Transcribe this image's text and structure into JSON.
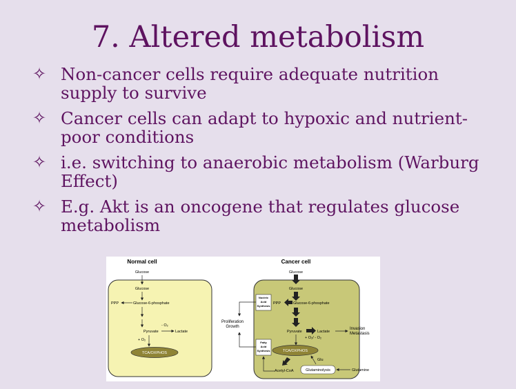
{
  "slide": {
    "title": "7. Altered metabolism",
    "bullet_marker": "✧",
    "bullets": [
      "Non-cancer cells require adequate nutrition supply to survive",
      "Cancer cells can adapt to hypoxic and nutrient-poor conditions",
      "i.e. switching to anaerobic metabolism (Warburg Effect)",
      "E.g. Akt is an oncogene that regulates glucose metabolism"
    ]
  },
  "figure": {
    "normal": {
      "heading": "Normal cell",
      "glucose_outside": "Glucose",
      "glucose_inside": "Glucose",
      "ppp": "PPP",
      "g6p": "Glucose-6-phosphate",
      "pyruvate": "Pyruvate",
      "lactate": "Lactate",
      "minus_o2": "- O₂",
      "plus_o2": "+ O₂",
      "tca": "TCA/OXPHOS"
    },
    "cancer": {
      "heading": "Cancer cell",
      "glucose_outside": "Glucose",
      "glucose_inside": "Glucose",
      "nucleic_1": "Nucleic",
      "nucleic_2": "Acid",
      "nucleic_3": "Synthesis",
      "ppp": "PPP",
      "g6p": "Glucose-6-phosphate",
      "pyruvate": "Pyruvate",
      "lactate": "Lactate",
      "o2": "+ O₂/ - O₂",
      "fatty_1": "Fatty",
      "fatty_2": "Acid",
      "fatty_3": "Synthesis",
      "tca": "TCA/OXPHOS",
      "glu": "Glu",
      "acetyl": "Acetyl-CoA",
      "glutaminolysis": "Glutaminolysis",
      "glutamine": "Glutamine",
      "proliferation": "Proliferation",
      "growth": "Growth",
      "invasion": "Invasion",
      "metastasis": "Metastasis"
    },
    "colors": {
      "normal_fill": "#f6f3b2",
      "cancer_fill": "#c8c878",
      "tca_fill": "#8f8436",
      "stroke": "#333333"
    }
  }
}
